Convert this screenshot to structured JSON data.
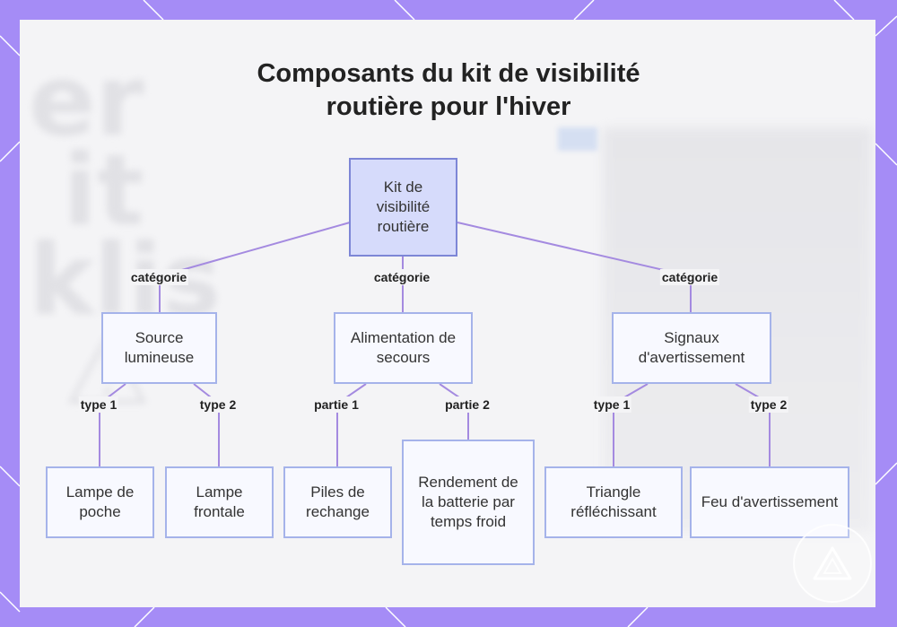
{
  "title": {
    "line1": "Composants du kit de visibilité",
    "line2": "routière pour l'hiver"
  },
  "colors": {
    "frame": "#a58cf6",
    "edge": "#a48ae0",
    "node_border": "#a5b3ea",
    "root_fill": "#d6dbfb"
  },
  "diagram": {
    "root": {
      "id": "root",
      "label": "Kit de visibilité routière"
    },
    "categories": [
      {
        "id": "cat1",
        "label": "Source lumineuse",
        "edge_label": "catégorie"
      },
      {
        "id": "cat2",
        "label": "Alimentation de secours",
        "edge_label": "catégorie"
      },
      {
        "id": "cat3",
        "label": "Signaux d'avertissement",
        "edge_label": "catégorie"
      }
    ],
    "leaves": [
      {
        "id": "leaf1",
        "parent": "cat1",
        "label": "Lampe de poche",
        "edge_label": "type 1"
      },
      {
        "id": "leaf2",
        "parent": "cat1",
        "label": "Lampe frontale",
        "edge_label": "type 2"
      },
      {
        "id": "leaf3",
        "parent": "cat2",
        "label": "Piles de rechange",
        "edge_label": "partie 1"
      },
      {
        "id": "leaf4",
        "parent": "cat2",
        "label": "Rendement de la batterie par temps froid",
        "edge_label": "partie 2"
      },
      {
        "id": "leaf5",
        "parent": "cat3",
        "label": "Triangle réfléchissant",
        "edge_label": "type 1"
      },
      {
        "id": "leaf6",
        "parent": "cat3",
        "label": "Feu d'avertissement",
        "edge_label": "type 2"
      }
    ]
  },
  "icons": {
    "watermark": "warning-triangle-icon"
  }
}
